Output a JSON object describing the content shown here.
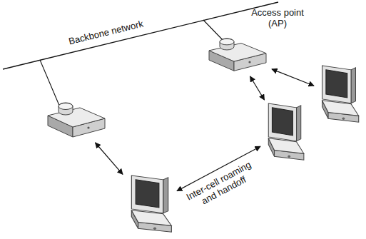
{
  "diagram": {
    "nodes": [
      {
        "text": [
          "Access point (AP)"
        ]
      },
      {
        "text": []
      },
      {
        "text": []
      },
      {
        "text": []
      },
      {
        "text": []
      }
    ],
    "edges": [
      {
        "from": 1,
        "to": 4,
        "arrow": "both"
      },
      {
        "from": 0,
        "to": 3,
        "arrow": "both"
      },
      {
        "from": 0,
        "to": 2,
        "arrow": "both"
      },
      {
        "from": 4,
        "to": 3,
        "arrow": "both",
        "label": "Inter-cell roaming and handoff"
      }
    ],
    "labels": [
      "Backbone network"
    ]
  }
}
